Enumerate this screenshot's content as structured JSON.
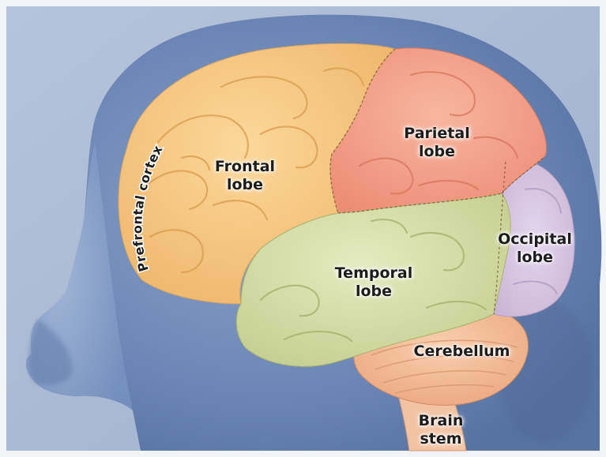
{
  "labels": {
    "prefrontal": "Prefrontal cortex",
    "frontal": [
      "Frontal",
      "lobe"
    ],
    "parietal": [
      "Parietal",
      "lobe"
    ],
    "occipital": [
      "Occipital",
      "lobe"
    ],
    "temporal": [
      "Temporal",
      "lobe"
    ],
    "cerebellum": "Cerebellum",
    "brainstem": [
      "Brain",
      "stem"
    ]
  },
  "colors": {
    "background": "#a9b9d3",
    "head": "#6d8ab8",
    "frontal": "#f6c77e",
    "parietal": "#f3a188",
    "occipital": "#d5c3df",
    "temporal": "#d6dda6",
    "cerebellum": "#f3b993",
    "brainstem": "#f1c3a3"
  }
}
